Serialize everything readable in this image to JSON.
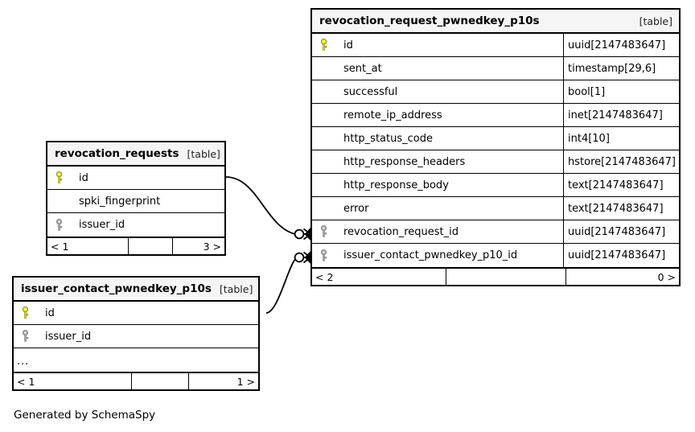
{
  "diagram": {
    "caption": "Generated by SchemaSpy",
    "kind_label": "[table]",
    "ellipsis": "...",
    "pk_icon": "key-icon-primary",
    "fk_icon": "key-icon-foreign",
    "colors": {
      "pk_key": "#e8e80a",
      "fk_key": "#a8a8a8",
      "header_bg": "#f5f5f5",
      "border": "#000000",
      "text": "#000000",
      "background": "#ffffff"
    }
  },
  "tables": {
    "revocation_request_pwnedkey_p10s": {
      "name": "revocation_request_pwnedkey_p10s",
      "kind": "[table]",
      "columns": [
        {
          "key": "pk",
          "name": "id",
          "type": "uuid[2147483647]"
        },
        {
          "key": "",
          "name": "sent_at",
          "type": "timestamp[29,6]"
        },
        {
          "key": "",
          "name": "successful",
          "type": "bool[1]"
        },
        {
          "key": "",
          "name": "remote_ip_address",
          "type": "inet[2147483647]"
        },
        {
          "key": "",
          "name": "http_status_code",
          "type": "int4[10]"
        },
        {
          "key": "",
          "name": "http_response_headers",
          "type": "hstore[2147483647]"
        },
        {
          "key": "",
          "name": "http_response_body",
          "type": "text[2147483647]"
        },
        {
          "key": "",
          "name": "error",
          "type": "text[2147483647]"
        },
        {
          "key": "fk",
          "name": "revocation_request_id",
          "type": "uuid[2147483647]"
        },
        {
          "key": "fk",
          "name": "issuer_contact_pwnedkey_p10_id",
          "type": "uuid[2147483647]"
        }
      ],
      "footer": {
        "left": "< 2",
        "middle": "",
        "right": "0 >"
      }
    },
    "revocation_requests": {
      "name": "revocation_requests",
      "kind": "[table]",
      "columns": [
        {
          "key": "pk",
          "name": "id",
          "type": ""
        },
        {
          "key": "",
          "name": "spki_fingerprint",
          "type": ""
        },
        {
          "key": "fk",
          "name": "issuer_id",
          "type": ""
        }
      ],
      "footer": {
        "left": "< 1",
        "middle": "",
        "right": "3 >"
      }
    },
    "issuer_contact_pwnedkey_p10s": {
      "name": "issuer_contact_pwnedkey_p10s",
      "kind": "[table]",
      "columns": [
        {
          "key": "pk",
          "name": "id",
          "type": ""
        },
        {
          "key": "fk",
          "name": "issuer_id",
          "type": ""
        },
        {
          "key": "",
          "name": "...",
          "type": "",
          "ellipsis": true
        }
      ],
      "footer": {
        "left": "< 1",
        "middle": "",
        "right": "1 >"
      }
    }
  },
  "relationships": [
    {
      "from_table": "revocation_requests",
      "from_column": "id",
      "to_table": "revocation_request_pwnedkey_p10s",
      "to_column": "revocation_request_id",
      "notation": "zero-or-many"
    },
    {
      "from_table": "issuer_contact_pwnedkey_p10s",
      "from_column": "id",
      "to_table": "revocation_request_pwnedkey_p10s",
      "to_column": "issuer_contact_pwnedkey_p10_id",
      "notation": "zero-or-many"
    }
  ]
}
